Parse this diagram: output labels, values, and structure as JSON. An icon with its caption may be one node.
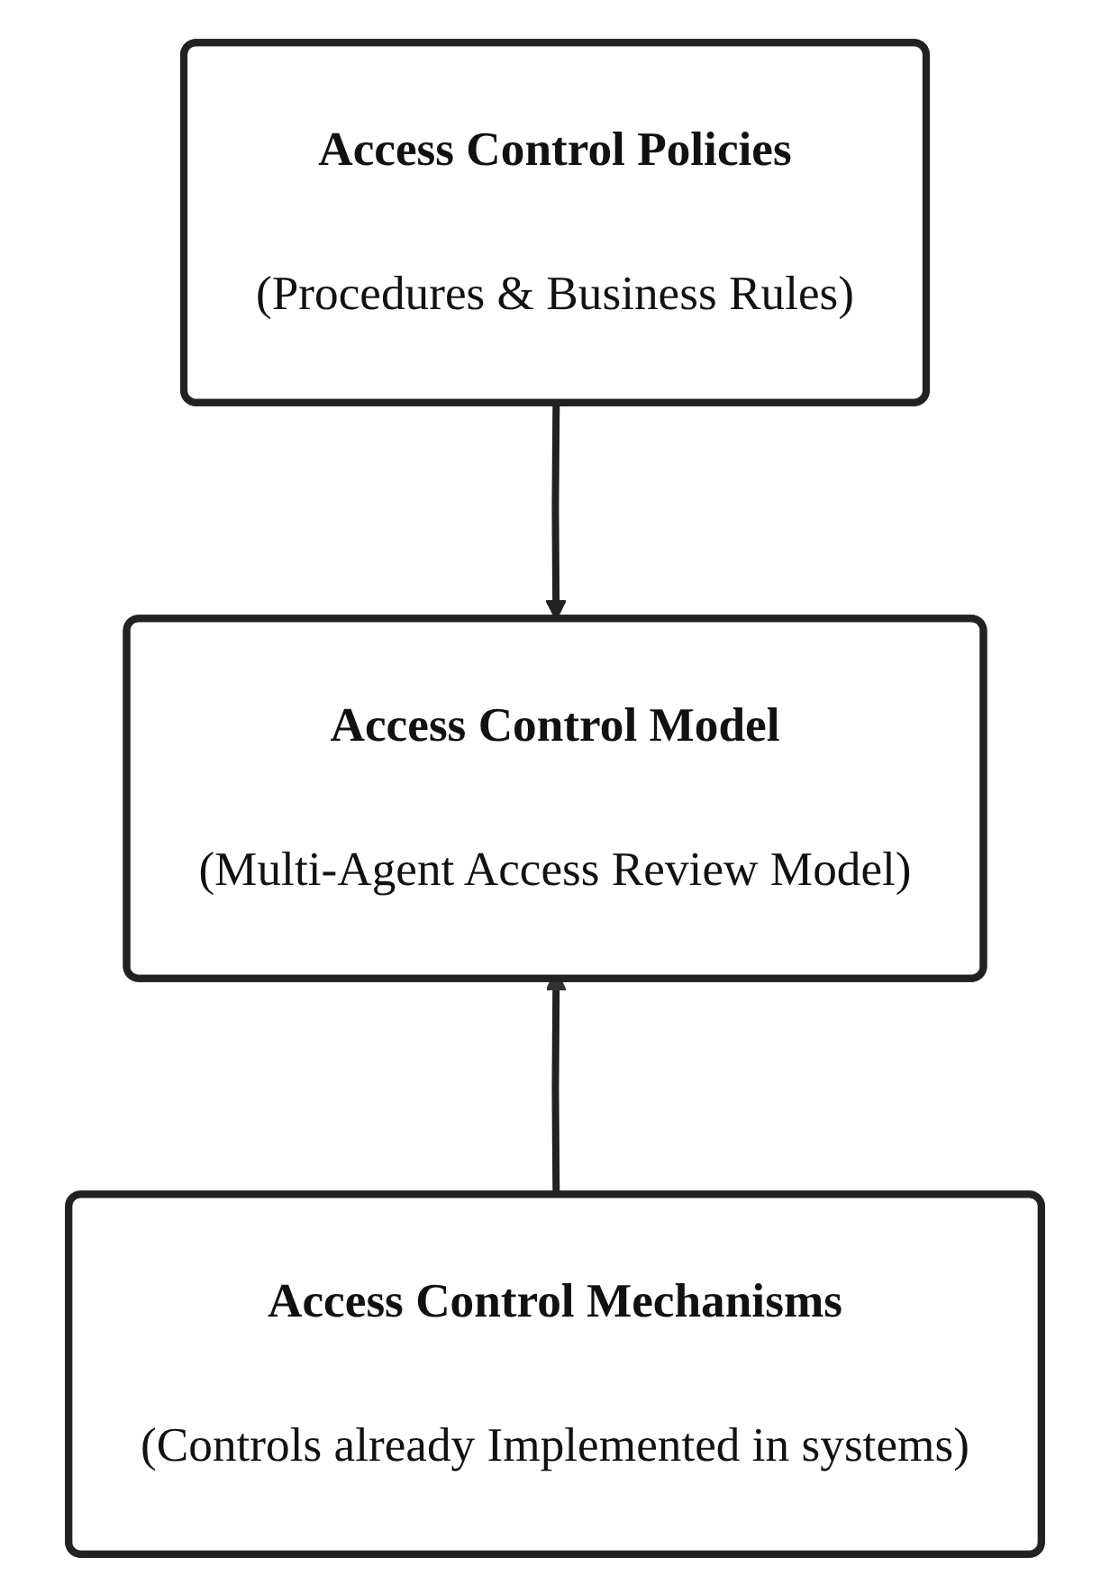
{
  "diagram": {
    "nodes": [
      {
        "text": [
          "Access Control Policies",
          "(Procedures & Business Rules)"
        ]
      },
      {
        "text": [
          "Access Control Model",
          "(Multi-Agent Access Review Model)"
        ]
      },
      {
        "text": [
          "Access Control Mechanisms",
          "(Controls already Implemented in systems)"
        ]
      }
    ],
    "edges": [
      {
        "from": 0,
        "to": 1,
        "arrow": "to"
      },
      {
        "from": 2,
        "to": 1,
        "arrow": "to"
      }
    ]
  }
}
